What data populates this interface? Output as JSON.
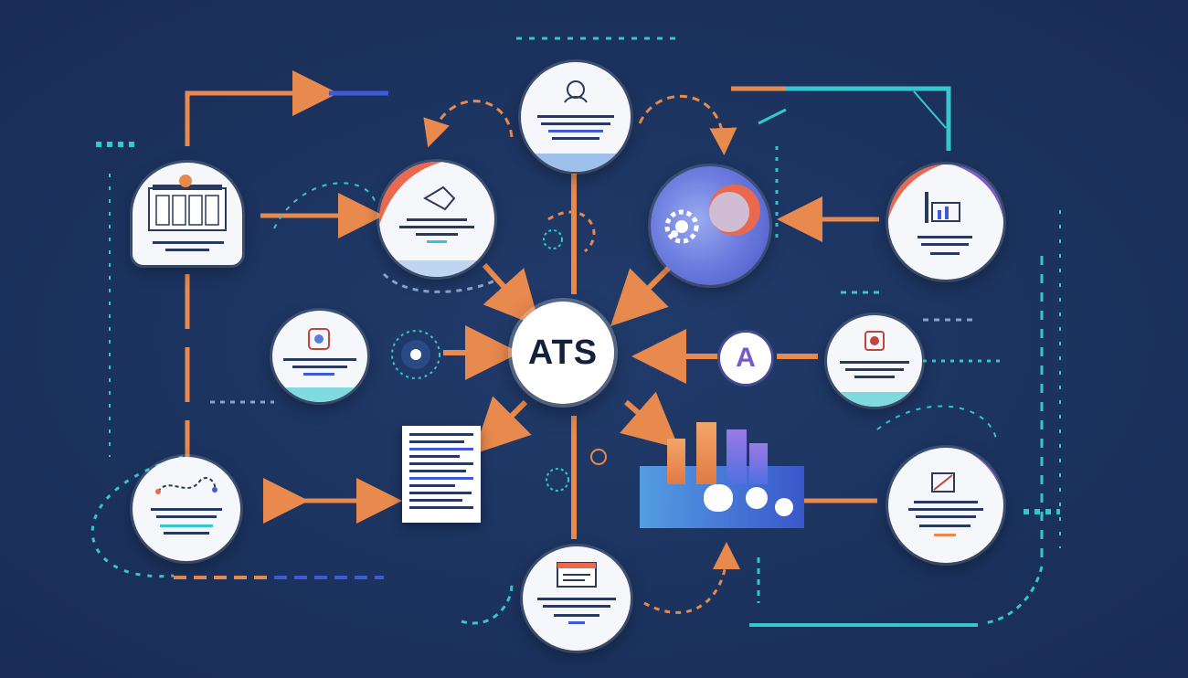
{
  "hub": {
    "label": "ATS"
  },
  "badge": {
    "label": "A"
  },
  "colors": {
    "background": "#1d3461",
    "orange": "#e8894e",
    "teal": "#35c6cf",
    "purple": "#7b58c9",
    "blue": "#3d5bd6",
    "white": "#ffffff"
  },
  "nodes": [
    {
      "id": "top",
      "icon": "person-icon"
    },
    {
      "id": "upper-left-card",
      "icon": "document-panel-icon"
    },
    {
      "id": "upper-center-left",
      "icon": "tag-icon"
    },
    {
      "id": "upper-center-right",
      "icon": "gear-icon"
    },
    {
      "id": "upper-right",
      "icon": "chart-icon"
    },
    {
      "id": "mid-left",
      "icon": "network-icon"
    },
    {
      "id": "mid-right",
      "icon": "network-icon"
    },
    {
      "id": "lower-left",
      "icon": "route-icon"
    },
    {
      "id": "lower-right",
      "icon": "edit-icon"
    },
    {
      "id": "bottom",
      "icon": "browser-icon"
    }
  ]
}
